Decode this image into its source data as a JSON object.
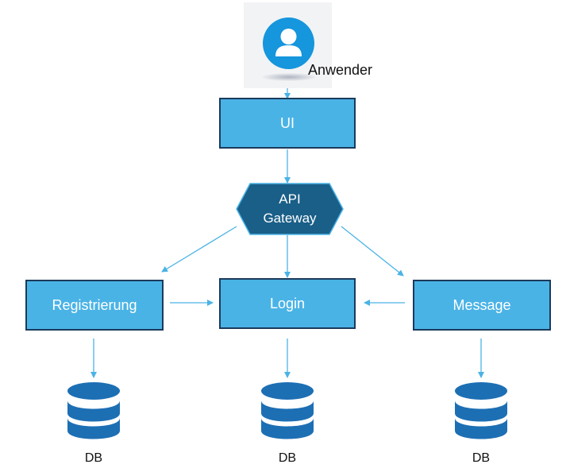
{
  "actor": {
    "label": "Anwender",
    "icon": "user-icon"
  },
  "nodes": {
    "ui": "UI",
    "gateway_line1": "API",
    "gateway_line2": "Gateway",
    "registrierung": "Registrierung",
    "login": "Login",
    "message": "Message"
  },
  "databases": [
    "DB",
    "DB",
    "DB"
  ],
  "colors": {
    "box_fill": "#4ab3e6",
    "box_border": "#1b3a5c",
    "gateway_fill": "#1a5f88",
    "arrow": "#4ab3e6",
    "db_fill": "#1d6fb4",
    "user_circle": "#1596dd"
  }
}
